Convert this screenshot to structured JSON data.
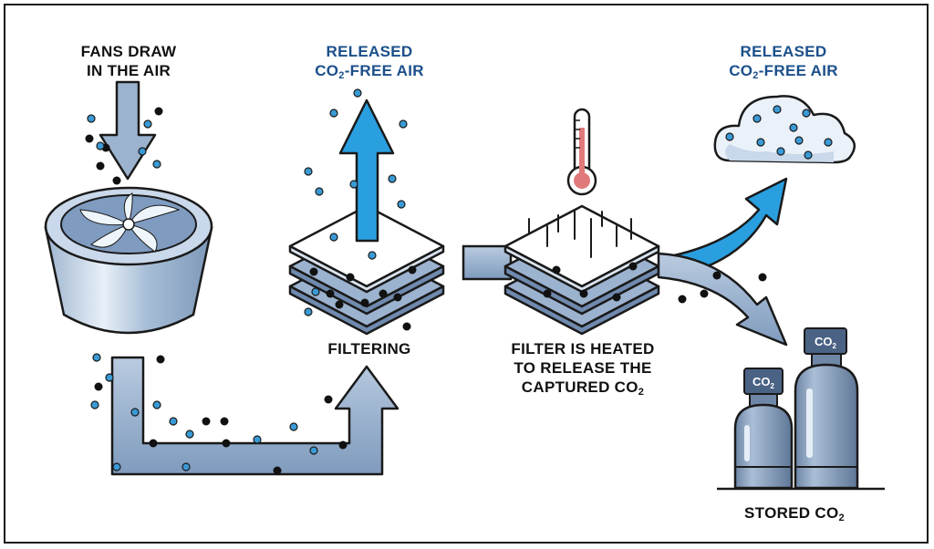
{
  "labels": {
    "fans_line1": "FANS DRAW",
    "fans_line2": "IN THE AIR",
    "released_left_line1": "RELEASED",
    "released_left_co": "CO",
    "released_left_sub": "2",
    "released_left_rest": "-FREE AIR",
    "released_right_line1": "RELEASED",
    "released_right_co": "CO",
    "released_right_sub": "2",
    "released_right_rest": "-FREE AIR",
    "filtering": "FILTERING",
    "heated_line1": "FILTER IS HEATED",
    "heated_line2": "TO RELEASE THE",
    "heated_line3_main": "CAPTURED CO",
    "heated_line3_sub": "2",
    "stored_main": "STORED CO",
    "stored_sub": "2",
    "tank_small_main": "CO",
    "tank_small_sub": "2",
    "tank_big_main": "CO",
    "tank_big_sub": "2"
  },
  "colors": {
    "co2_dot": "#111111",
    "air_dot": "#3a9ad6",
    "blue_arrow": "#2a9fe0",
    "pipe": "#8fa9c6",
    "outline": "#1a1a1a",
    "label_blue": "#1b4f8a",
    "thermometer_red": "#e07a7a"
  },
  "icons": [
    "fan-icon",
    "filter-stack-icon",
    "thermometer-icon",
    "cloud-icon",
    "co2-tank-icon"
  ]
}
